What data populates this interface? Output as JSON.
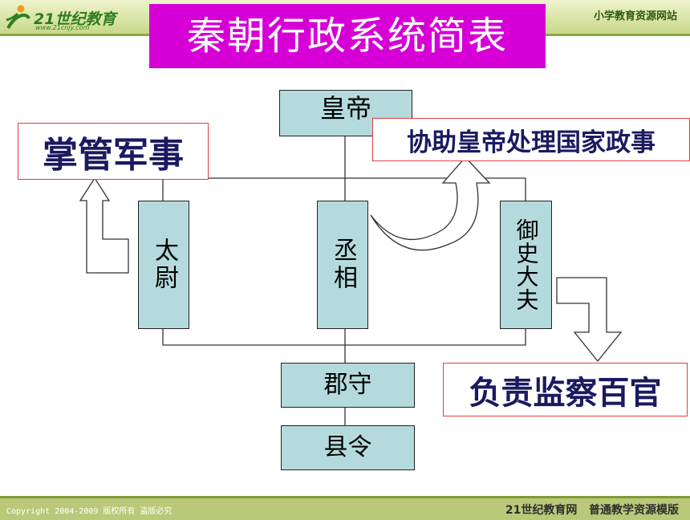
{
  "header": {
    "logo_text": "21世纪教育",
    "logo_url": "www.21cnjy.com",
    "site_name": "小学教育资源网站"
  },
  "title": "秦朝行政系统简表",
  "nodes": {
    "emperor": "皇帝",
    "taiwei": "太尉",
    "chengxiang": "丞相",
    "yushi": "御史大夫",
    "junshou": "郡守",
    "xianling": "县令"
  },
  "notes": {
    "military": "掌管军事",
    "assist": "协助皇帝处理国家政事",
    "supervise": "负责监察百官"
  },
  "footer": {
    "copyright": "Copyright 2004-2009 版权所有 盗版必究",
    "right": "21世纪教育网   普通教学资源模版"
  },
  "colors": {
    "title_bg": "#d600d6",
    "box_fill": "#b4dadd",
    "note_border": "#e04040",
    "note_text": "#1a1a60"
  }
}
